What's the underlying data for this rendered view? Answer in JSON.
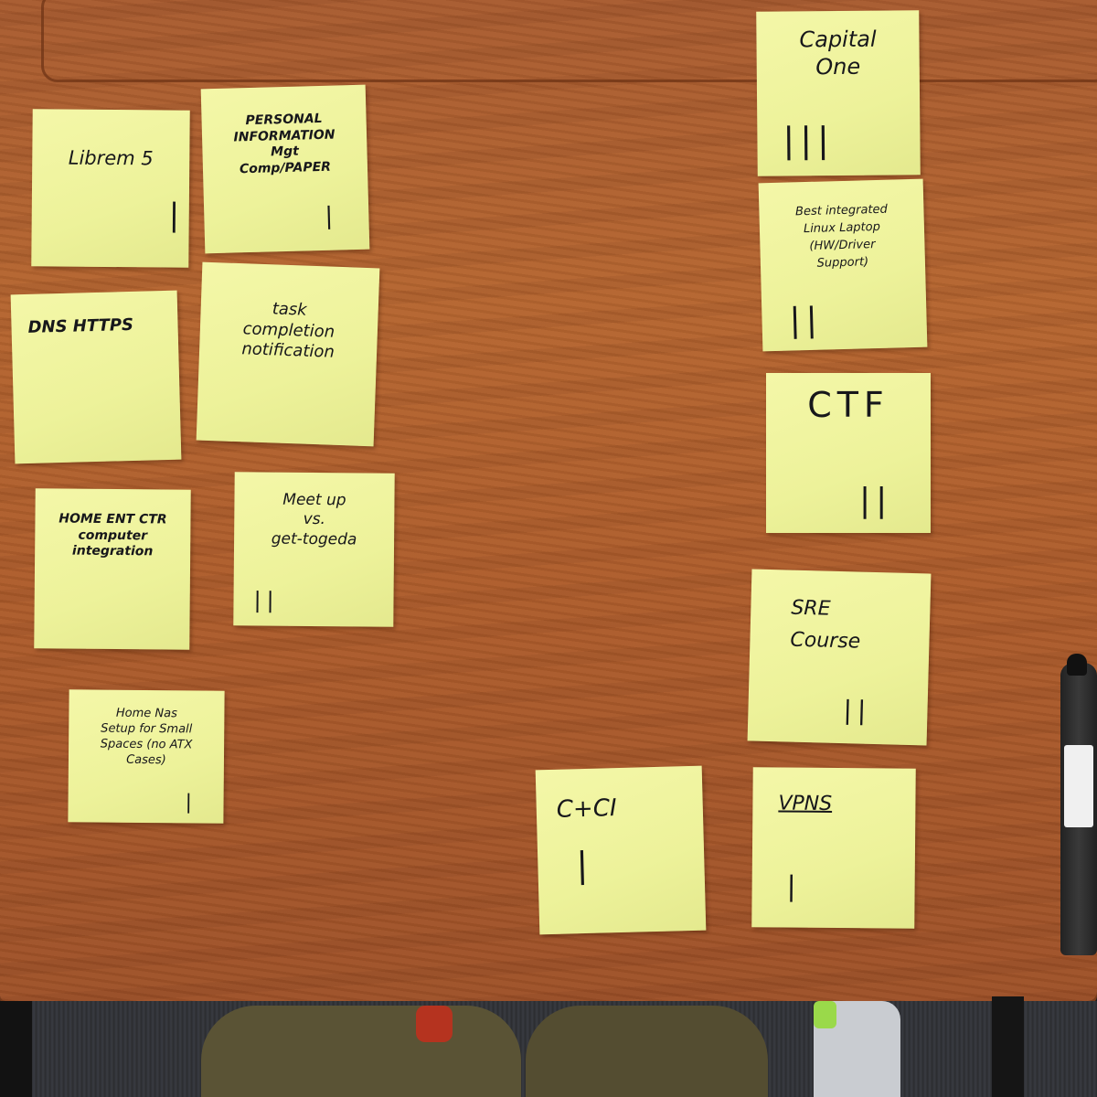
{
  "notes": {
    "librem": {
      "text": "Librem 5",
      "tally": "|"
    },
    "pim": {
      "text": "PERSONAL\nINFORMATION\nMgt\nComp/PAPER",
      "tally": "|"
    },
    "dns": {
      "text": "DNS HTTPS"
    },
    "task": {
      "text": "task\ncompletion\nnotification"
    },
    "home_ent": {
      "text": "HOME ENT CTR\ncomputer\nintegration"
    },
    "meetup": {
      "text": "Meet up\nvs.\nget-togeda",
      "tally": "||"
    },
    "home_nas": {
      "text": "Home Nas\nSetup for Small\nSpaces (no ATX\nCases)",
      "tally": "|"
    },
    "capital_one": {
      "text": "Capital\nOne",
      "tally": "|||"
    },
    "linux_laptop": {
      "text": "Best integrated\nLinux Laptop\n(HW/Driver\nSupport)",
      "tally": "||"
    },
    "ctf": {
      "text": "CTF",
      "tally": "||"
    },
    "sre": {
      "text": "SRE\nCourse",
      "tally": "||"
    },
    "cci": {
      "text": "C+CI",
      "tally": "|"
    },
    "vpns": {
      "text": "VPNS",
      "tally": "|"
    }
  },
  "colors": {
    "note": "#eef29c",
    "ink": "#17171b",
    "table": "#ad5c2b"
  }
}
